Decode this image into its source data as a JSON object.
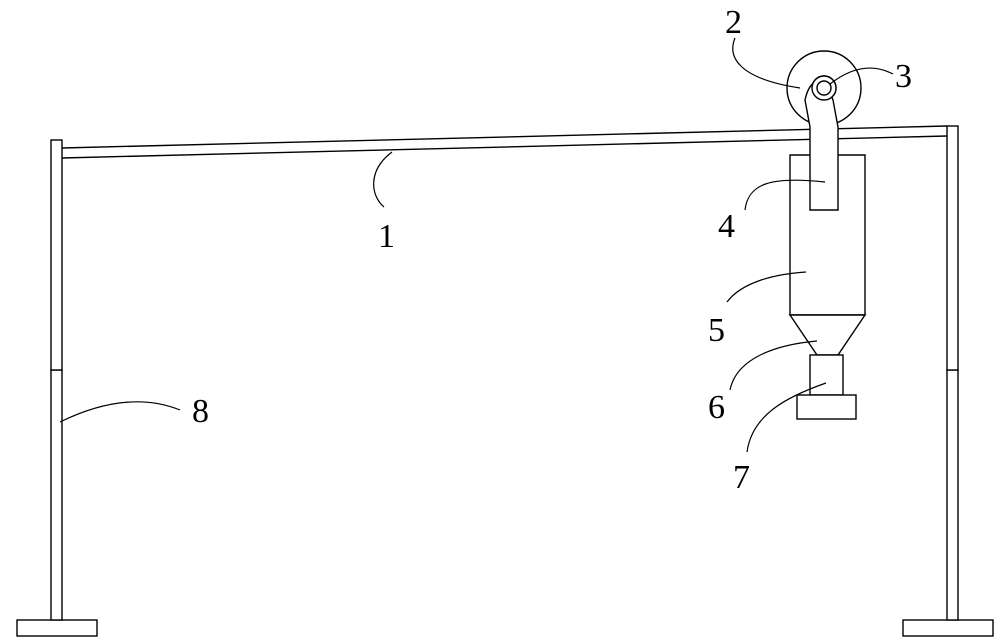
{
  "diagram": {
    "labels": [
      "1",
      "2",
      "3",
      "4",
      "5",
      "6",
      "7",
      "8"
    ],
    "stroke_color": "#000000",
    "background_color": "#ffffff"
  }
}
